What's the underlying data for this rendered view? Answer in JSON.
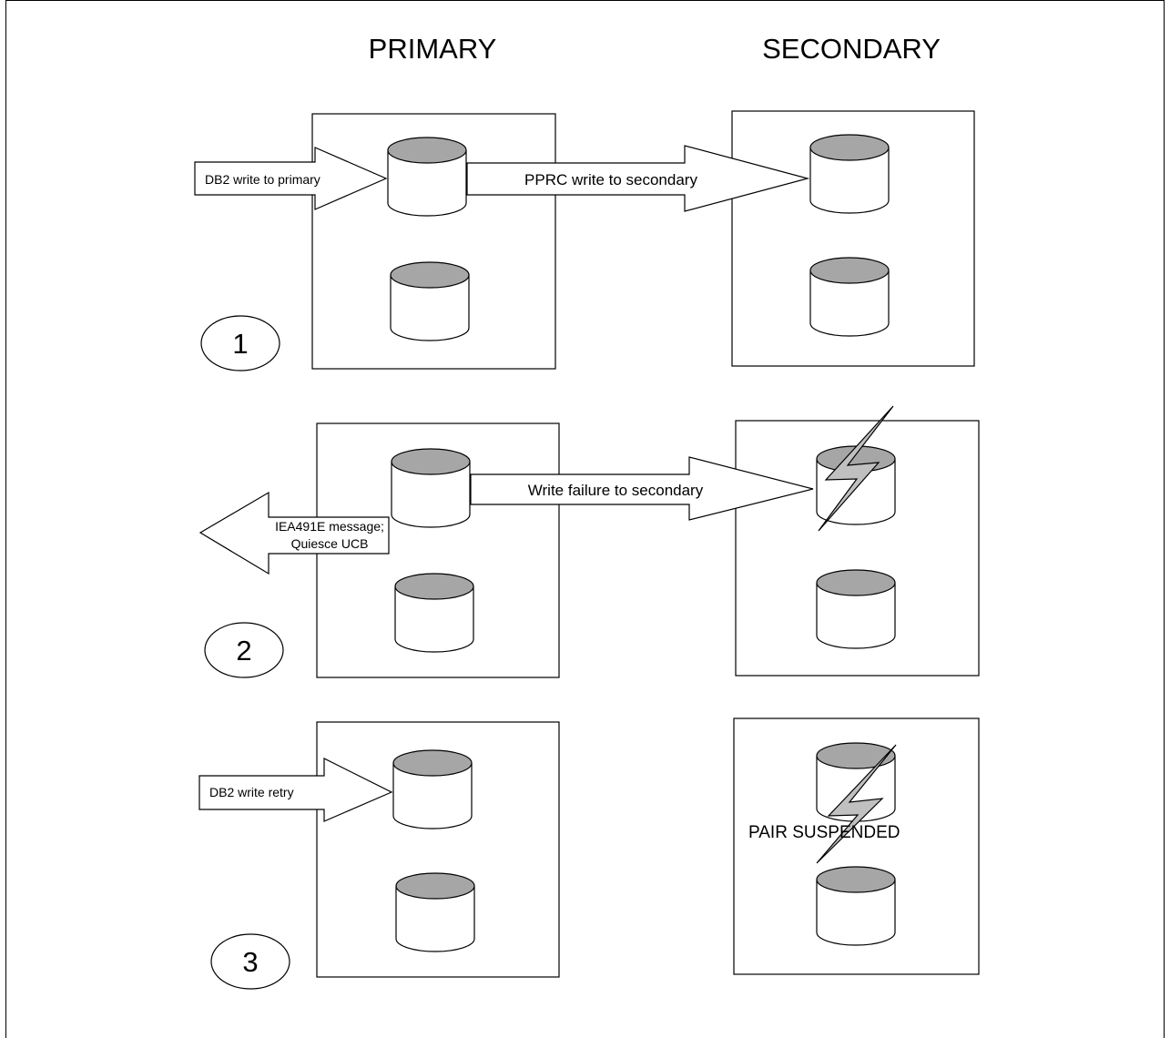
{
  "headers": {
    "primary": "PRIMARY",
    "secondary": "SECONDARY"
  },
  "steps": {
    "one": "1",
    "two": "2",
    "three": "3"
  },
  "arrows": {
    "db2_write_primary": "DB2 write to primary",
    "pprc_write_secondary": "PPRC write to secondary",
    "write_failure_secondary": "Write failure to secondary",
    "iea491e_line1": "IEA491E message;",
    "iea491e_line2": "Quiesce UCB",
    "db2_write_retry": "DB2 write retry"
  },
  "status": {
    "pair_suspended": "PAIR SUSPENDED"
  },
  "colors": {
    "disk_top": "#a6a6a6",
    "lightning": "#c0c0c0",
    "stroke": "#000000"
  },
  "icons": {
    "disk": "disk-cylinder-icon",
    "lightning": "lightning-bolt-icon"
  }
}
